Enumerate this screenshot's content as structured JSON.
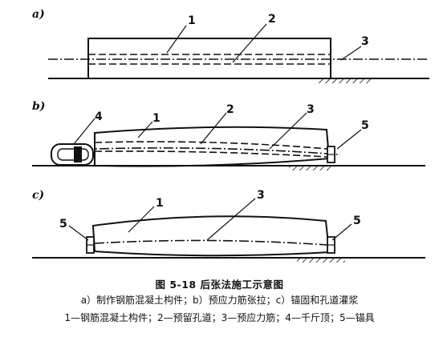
{
  "figure": {
    "title": "图 5-18   后张法施工示意图",
    "subtitle": "a）制作钢筋混凝土构件；b）预应力筋张拉；c）锚固和孔道灌浆",
    "legend": "1—钢筋混凝土构件；2—预留孔道；3—预应力筋；4—千斤顶；5—锚具"
  },
  "panels": {
    "a": {
      "label": "a)",
      "callouts": [
        "1",
        "2",
        "3"
      ]
    },
    "b": {
      "label": "b)",
      "callouts": [
        "4",
        "1",
        "2",
        "3",
        "5"
      ]
    },
    "c": {
      "label": "c)",
      "callouts": [
        "5",
        "1",
        "3",
        "5"
      ]
    }
  }
}
